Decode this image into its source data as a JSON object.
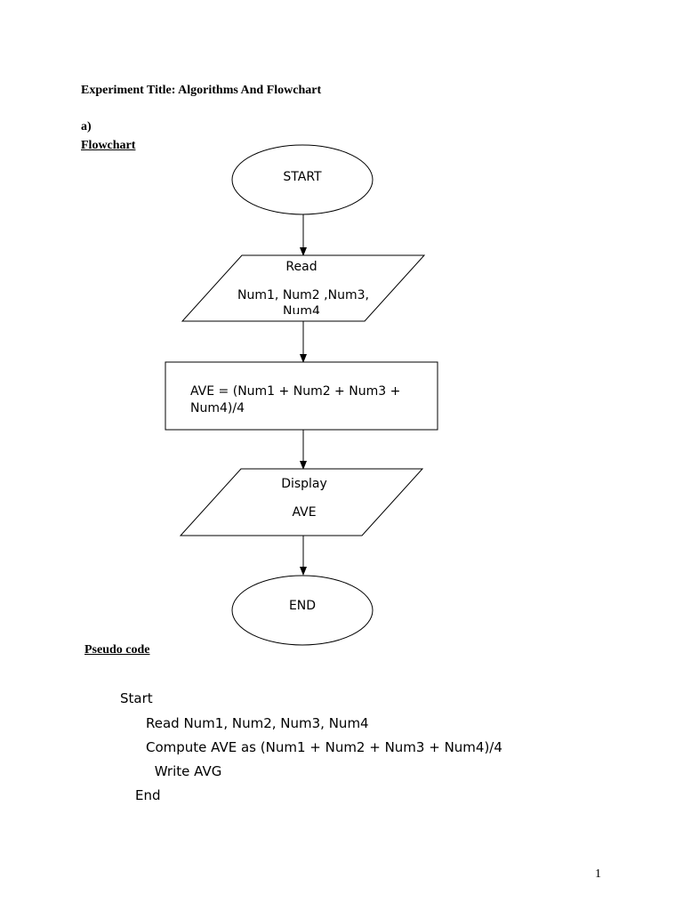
{
  "document": {
    "title": "Experiment Title: Algorithms And Flowchart",
    "section_label": "a)",
    "flowchart_heading": "Flowchart",
    "pseudo_heading": "Pseudo code",
    "page_number": "1"
  },
  "flowchart": {
    "start": "START",
    "input_line1": "Read",
    "input_line2": "Num1, Num2 ,Num3,",
    "input_line3": "Num4",
    "process_line1": "AVE = (Num1 + Num2 + Num3 +",
    "process_line2": "Num4)/4",
    "output_line1": "Display",
    "output_line2": "AVE",
    "end": "END"
  },
  "pseudocode": [
    "Start",
    "Read Num1, Num2, Num3, Num4",
    "Compute AVE as (Num1 +  Num2 + Num3 + Num4)/4",
    " Write AVG",
    "End"
  ]
}
